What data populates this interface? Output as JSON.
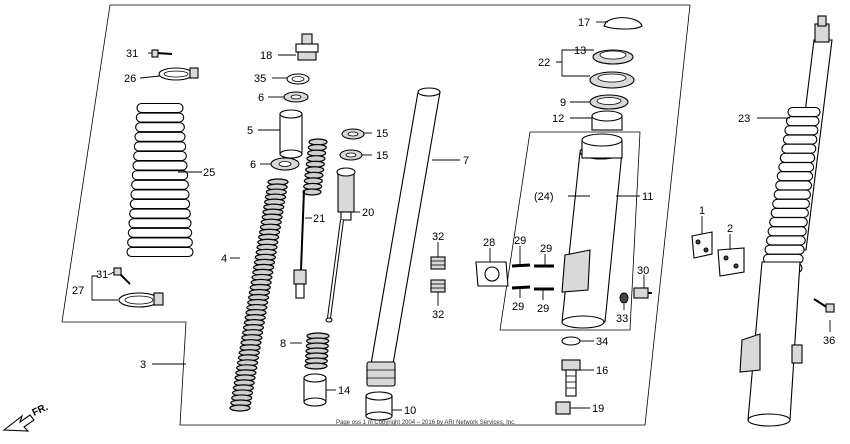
{
  "labels": {
    "p1": "1",
    "p2": "2",
    "p3": "3",
    "p4": "4",
    "p5": "5",
    "p6a": "6",
    "p6b": "6",
    "p7": "7",
    "p8": "8",
    "p9": "9",
    "p10": "10",
    "p11": "11",
    "p12": "12",
    "p13": "13",
    "p14": "14",
    "p15a": "15",
    "p15b": "15",
    "p16": "16",
    "p17": "17",
    "p18": "18",
    "p19": "19",
    "p20": "20",
    "p21": "21",
    "p22": "22",
    "p23": "23",
    "p24": "(24)",
    "p25": "25",
    "p26": "26",
    "p27": "27",
    "p28": "28",
    "p29a": "29",
    "p29b": "29",
    "p29c": "29",
    "p29d": "29",
    "p30": "30",
    "p31a": "31",
    "p31b": "31",
    "p32a": "32",
    "p32b": "32",
    "p33": "33",
    "p34": "34",
    "p35": "35",
    "p36": "36"
  },
  "direction_label": "FR.",
  "copyright_caption": "Page oss 1 m Copyright 2004 – 2016 by ARI Network Services, Inc."
}
